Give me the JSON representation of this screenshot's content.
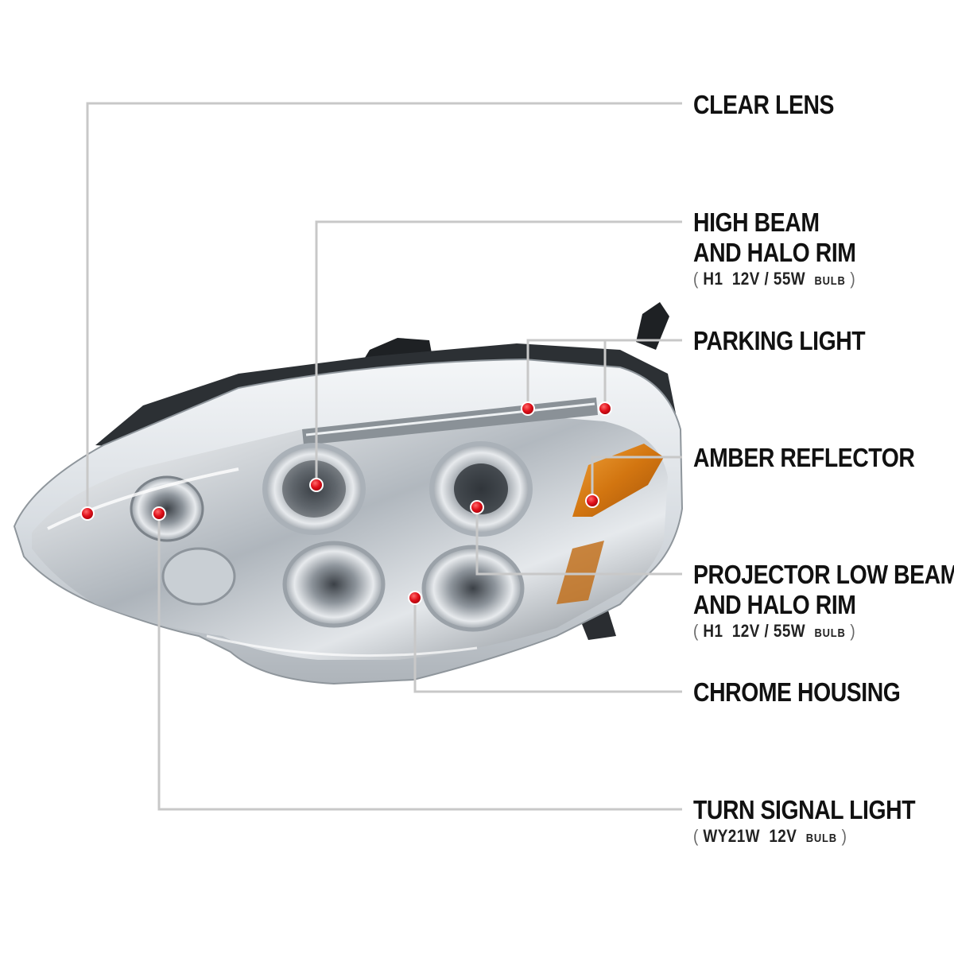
{
  "callouts": [
    {
      "id": "clear-lens",
      "lines": [
        "CLEAR LENS"
      ]
    },
    {
      "id": "high-beam",
      "lines": [
        "HIGH BEAM",
        "AND HALO RIM"
      ],
      "spec": {
        "bulb": "H1",
        "rating": "12V / 55W",
        "unit": "BULB"
      }
    },
    {
      "id": "parking-light",
      "lines": [
        "PARKING LIGHT"
      ]
    },
    {
      "id": "amber-reflector",
      "lines": [
        "AMBER REFLECTOR"
      ]
    },
    {
      "id": "projector-low-beam",
      "lines": [
        "PROJECTOR LOW BEAM",
        "AND HALO RIM"
      ],
      "spec": {
        "bulb": "H1",
        "rating": "12V / 55W",
        "unit": "BULB"
      }
    },
    {
      "id": "chrome-housing",
      "lines": [
        "CHROME HOUSING"
      ]
    },
    {
      "id": "turn-signal",
      "lines": [
        "TURN SIGNAL LIGHT"
      ],
      "spec": {
        "bulb": "WY21W",
        "rating": "12V",
        "unit": "BULB"
      }
    }
  ],
  "colors": {
    "leader": "#c8c8c8",
    "marker": "#e0101a",
    "amber": "#d77a12",
    "chrome": "#b9bec4",
    "text": "#111111"
  }
}
